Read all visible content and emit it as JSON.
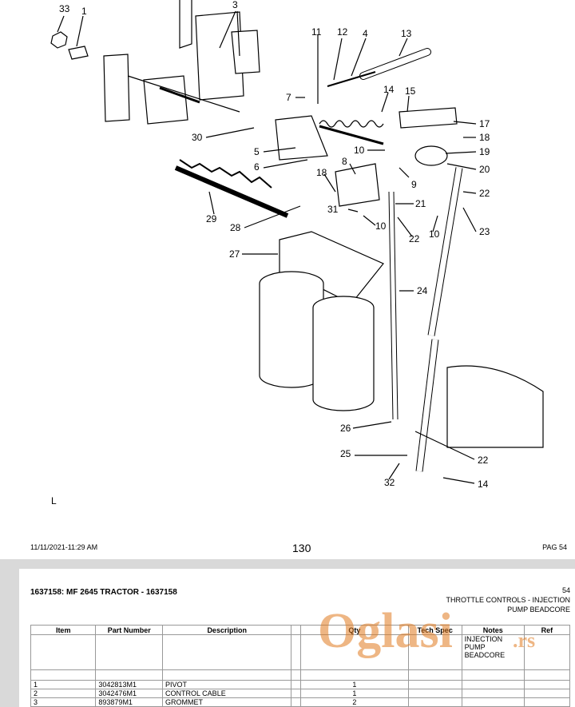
{
  "diagram": {
    "callouts": [
      "33",
      "1",
      "3",
      "11",
      "12",
      "4",
      "13",
      "7",
      "14",
      "15",
      "17",
      "18",
      "19",
      "20",
      "30",
      "5",
      "6",
      "10",
      "9",
      "8",
      "18",
      "22",
      "21",
      "29",
      "31",
      "10",
      "22",
      "10",
      "23",
      "28",
      "27",
      "24",
      "26",
      "22",
      "25",
      "32",
      "14"
    ]
  },
  "page1": {
    "footer_date": "11/11/2021-11:29 AM",
    "footer_page": "130",
    "footer_pag": "PAG 54",
    "margin_mark": "L"
  },
  "page2": {
    "doc_title": "1637158: MF 2645 TRACTOR - 1637158",
    "page_number": "54",
    "section_title": "THROTTLE CONTROLS - INJECTION",
    "section_sub": "PUMP BEADCORE",
    "table": {
      "headers": [
        "Item",
        "Part Number",
        "Description",
        "Qty",
        "Tech Spec",
        "Notes",
        "Ref"
      ],
      "notes_block": [
        "INJECTION",
        "PUMP",
        "BEADCORE"
      ],
      "rows": [
        {
          "item": "1",
          "part": "3042813M1",
          "desc": "PIVOT",
          "qty": "1"
        },
        {
          "item": "2",
          "part": "3042476M1",
          "desc": "CONTROL CABLE",
          "qty": "1"
        },
        {
          "item": "3",
          "part": "893879M1",
          "desc": "GROMMET",
          "qty": "2"
        }
      ]
    }
  },
  "watermark": {
    "text": "Oglasi",
    "suffix": ".rs",
    "color": "#e07a1f"
  }
}
